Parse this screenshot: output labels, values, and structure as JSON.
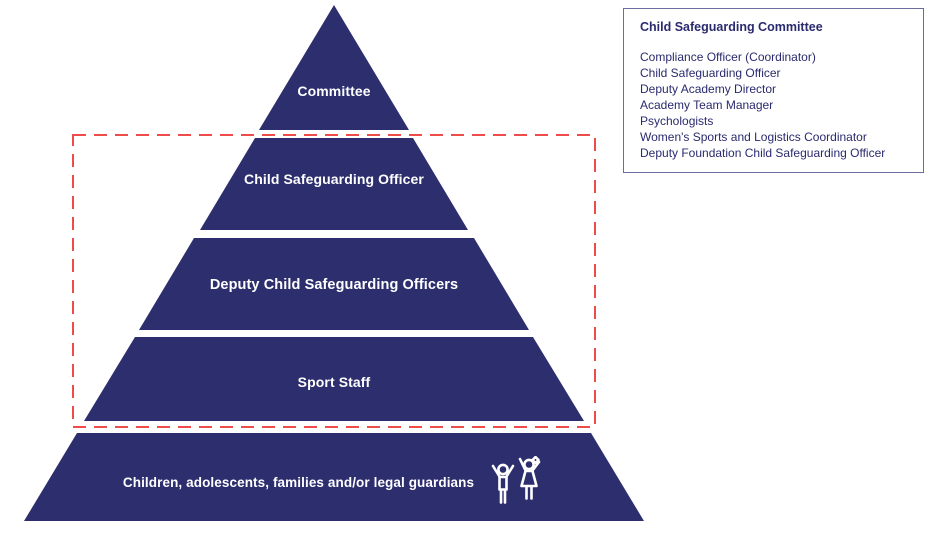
{
  "colors": {
    "navy": "#2d2e6e",
    "label_text": "#ffffff",
    "highlight_red": "#ee4b4b",
    "panel_border": "#6b6b9e",
    "panel_text": "#2a2a6e"
  },
  "pyramid": {
    "levels": [
      {
        "label": "Committee"
      },
      {
        "label": "Child Safeguarding Officer"
      },
      {
        "label": "Deputy Child Safeguarding Officers"
      },
      {
        "label": "Sport Staff"
      },
      {
        "label": "Children, adolescents, families and/or legal guardians"
      }
    ],
    "icon": "children-raising-arms-icon"
  },
  "committee_panel": {
    "title": "Child Safeguarding Committee",
    "members": [
      "Compliance Officer (Coordinator)",
      "Child Safeguarding Officer",
      "Deputy Academy Director",
      "Academy Team Manager",
      "Psychologists",
      "Women's Sports and Logistics Coordinator",
      "Deputy Foundation Child Safeguarding Officer"
    ]
  }
}
